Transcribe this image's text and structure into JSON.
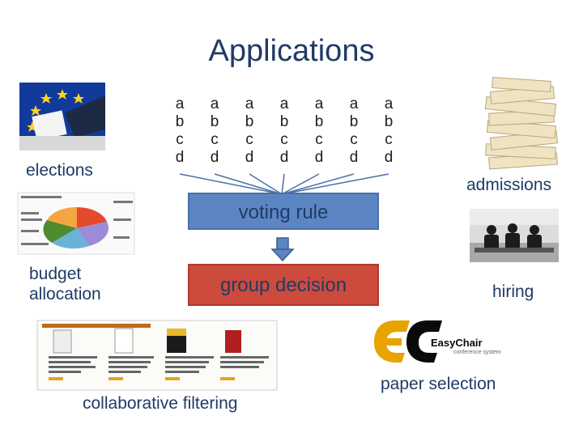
{
  "slide": {
    "title": "Applications",
    "labels": {
      "elections": "elections",
      "budget": "budget\nallocation",
      "admissions": "admissions",
      "hiring": "hiring",
      "paper_selection": "paper selection",
      "collab": "collaborative filtering"
    },
    "ballot_letters": [
      "a",
      "b",
      "c",
      "d"
    ],
    "voting_rule": "voting rule",
    "group_decision": "group decision",
    "easychair": {
      "name": "EasyChair",
      "subtitle": "conference system"
    }
  },
  "colors": {
    "title": "#1f3b66",
    "voting_box": "#5b86c3",
    "decision_box": "#cd4b3c",
    "arrow": "#3d5f92"
  }
}
